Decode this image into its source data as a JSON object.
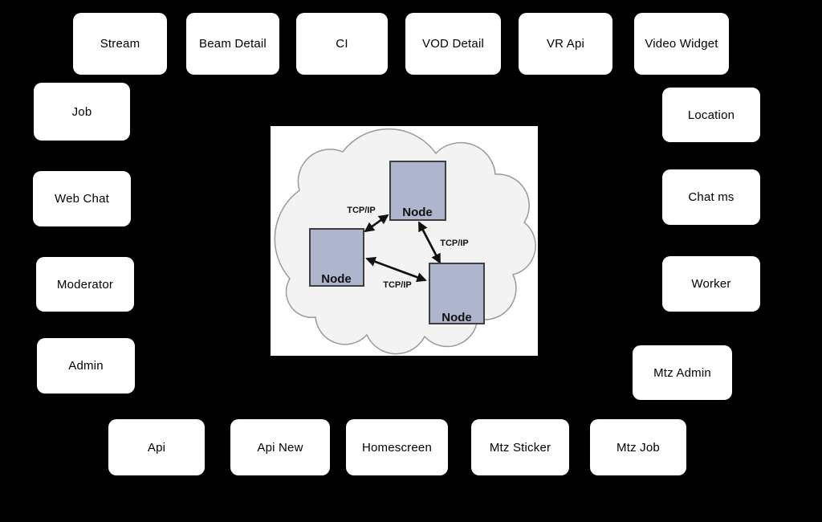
{
  "colors": {
    "canvas_bg": "#000000",
    "box_bg": "#ffffff",
    "box_text": "#000000",
    "image_bg": "#ffffff",
    "cloud_fill": "#f3f3f3",
    "cloud_stroke": "#9a9a9a",
    "node_fill": "#aeb6ce",
    "node_stroke": "#3f3f3f",
    "arrow_color": "#111111"
  },
  "boxes": {
    "top_row": [
      "Stream",
      "Beam Detail",
      "CI",
      "VOD Detail",
      "VR Api",
      "Video Widget"
    ],
    "left_column": [
      "Job",
      "Web Chat",
      "Moderator",
      "Admin"
    ],
    "right_column": [
      "Location",
      "Chat ms",
      "Worker",
      "Mtz Admin"
    ],
    "bottom_row": [
      "Api",
      "Api New",
      "Homescreen",
      "Mtz Sticker",
      "Mtz Job"
    ]
  },
  "cloud_diagram": {
    "node_label": "Node",
    "link_label": "TCP/IP"
  }
}
